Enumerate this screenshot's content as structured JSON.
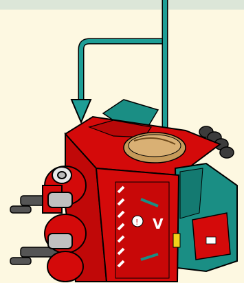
{
  "instruction_panel": {
    "background_color": "#FDF8E1",
    "top_border_color": "#DCE6D8",
    "arrow_color": "#1E9E96",
    "arrow_outline_color": "#000000"
  },
  "model": {
    "primary_color": "#D40A0A",
    "accent_color": "#1A8E84",
    "wheel_color": "#3C3C3C",
    "sticker_symbol": "V",
    "sticker_info_glyph": "!"
  },
  "arrows": [
    {
      "name": "left-drop-arrow",
      "direction": "down"
    },
    {
      "name": "center-drop-arrow",
      "direction": "down"
    }
  ]
}
